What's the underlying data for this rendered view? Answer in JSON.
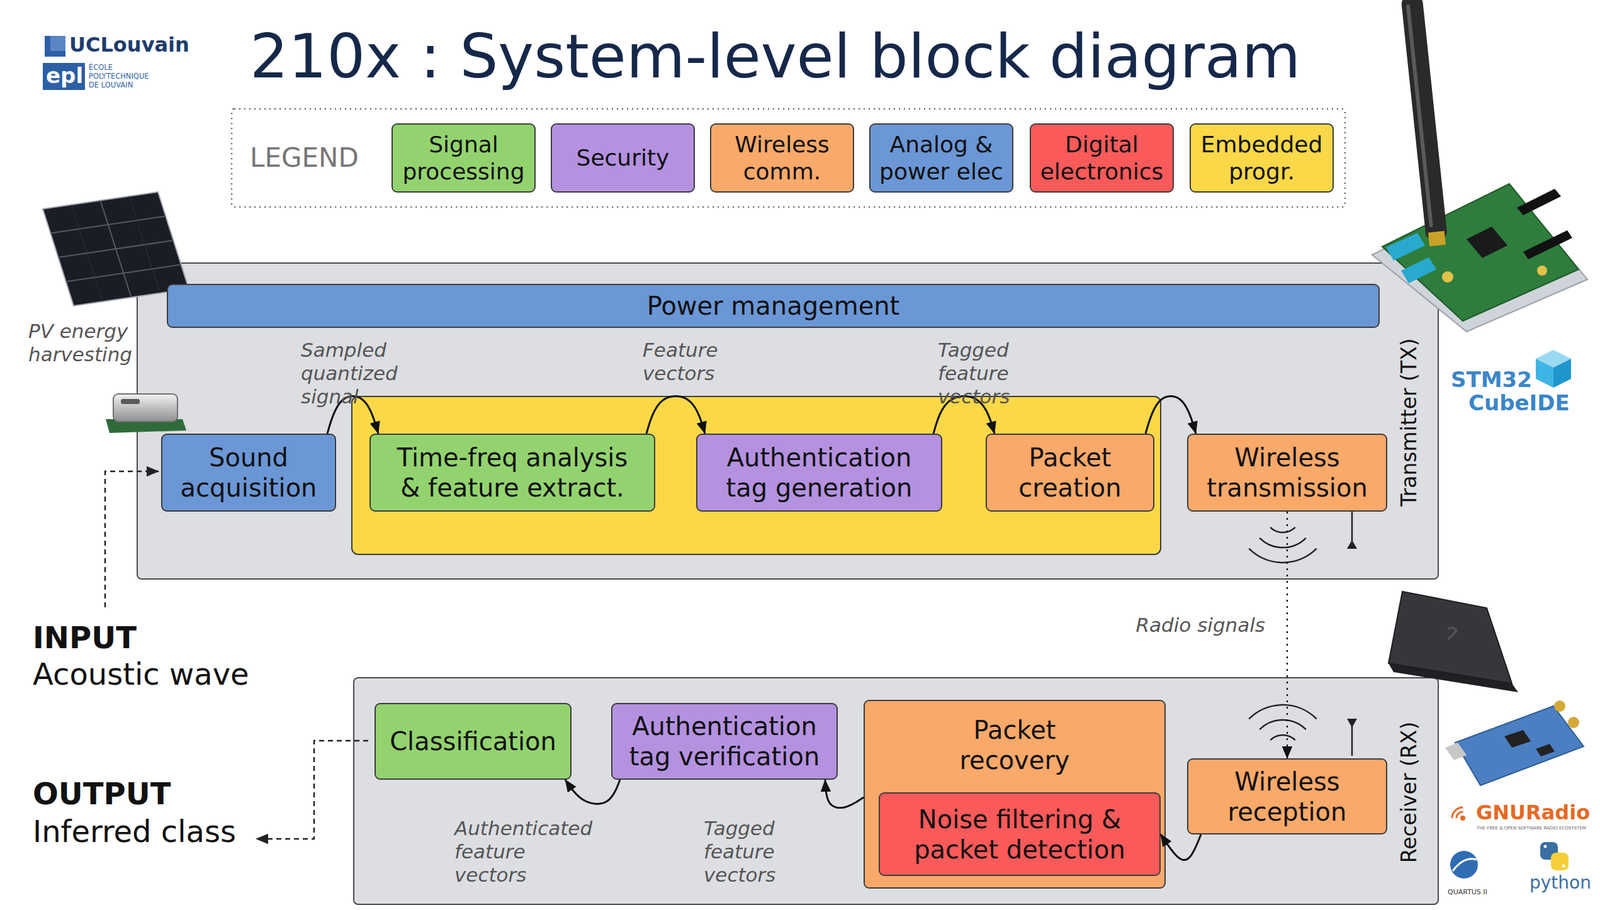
{
  "diagram": {
    "title": "210x : System-level block diagram",
    "nodes": [
      {
        "text": [
          "Transmitter (TX)"
        ]
      },
      {
        "text": [
          "Power management"
        ],
        "in": 0
      },
      {
        "text": [
          "Sound acquisition"
        ],
        "in": 0
      },
      {
        "text": [
          "Time-freq analysis & feature extract."
        ],
        "in": 0
      },
      {
        "text": [
          "Authentication tag generation"
        ],
        "in": 0
      },
      {
        "text": [
          "Packet creation"
        ],
        "in": 0
      },
      {
        "text": [
          "Wireless transmission"
        ],
        "in": 0
      },
      {
        "text": [
          "Receiver (RX)"
        ]
      },
      {
        "text": [
          "Classification"
        ],
        "in": 7
      },
      {
        "text": [
          "Authentication tag verification"
        ],
        "in": 7
      },
      {
        "text": [
          "Packet recovery"
        ],
        "in": 7
      },
      {
        "text": [
          "Noise filtering & packet detection"
        ],
        "in": 10
      },
      {
        "text": [
          "Wireless reception"
        ],
        "in": 7
      }
    ],
    "edges": [
      {
        "from": 2,
        "to": 3,
        "arrow": "to",
        "label": "Sampled quantized signal"
      },
      {
        "from": 3,
        "to": 4,
        "arrow": "to",
        "label": "Feature vectors"
      },
      {
        "from": 4,
        "to": 5,
        "arrow": "to",
        "label": "Tagged feature vectors"
      },
      {
        "from": 5,
        "to": 6,
        "arrow": "to"
      },
      {
        "from": 6,
        "to": 12,
        "arrow": "to",
        "label": "Radio signals"
      },
      {
        "from": 12,
        "to": 11,
        "arrow": "to"
      },
      {
        "from": 10,
        "to": 9,
        "arrow": "to",
        "label": "Tagged feature vectors"
      },
      {
        "from": 9,
        "to": 8,
        "arrow": "to",
        "label": "Authenticated feature vectors"
      }
    ],
    "labels": [
      "UCLouvain",
      "epl",
      "ÉCOLE POLYTECHNIQUE DE LOUVAIN",
      "PV energy harvesting",
      "INPUT",
      "Acoustic wave",
      "OUTPUT",
      "Inferred class",
      "STM32",
      "CubeIDE",
      "GNURadio",
      "THE FREE & OPEN SOFTWARE RADIO ECOSYSTEM",
      "QUARTUS II",
      "python",
      "LEGEND"
    ],
    "legend": [
      {
        "text": "Signal processing",
        "color": "#93d36f"
      },
      {
        "text": "Security",
        "color": "#b492e0"
      },
      {
        "text": "Wireless comm.",
        "color": "#f9a96a"
      },
      {
        "text": "Analog & power elec",
        "color": "#6b97d6"
      },
      {
        "text": "Digital electronics",
        "color": "#fb5a5a"
      },
      {
        "text": "Embedded progr.",
        "color": "#fbd848"
      }
    ]
  }
}
